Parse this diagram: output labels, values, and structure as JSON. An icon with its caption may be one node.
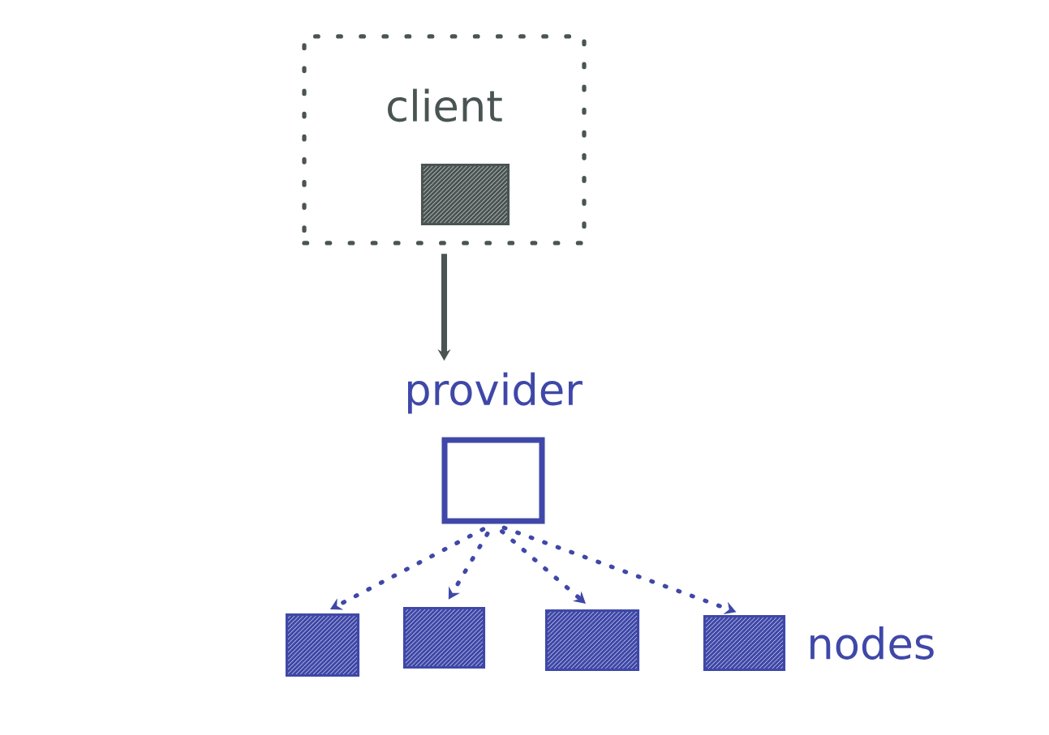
{
  "diagram": {
    "nodes": [
      {
        "text": [
          "client"
        ]
      },
      {
        "text": [],
        "shape": "box",
        "in": 0
      },
      {
        "text": [
          "provider"
        ]
      },
      {
        "text": [],
        "shape": "box"
      },
      {
        "text": [],
        "shape": "box"
      },
      {
        "text": [],
        "shape": "box"
      },
      {
        "text": [],
        "shape": "box",
        "beside": [
          "nodes"
        ]
      }
    ],
    "edges": [
      {
        "from": 0,
        "to": 2,
        "arrow": "to",
        "color": "#4a5553"
      },
      {
        "from": 2,
        "to": 3,
        "arrow": "to",
        "style": "dashed"
      },
      {
        "from": 2,
        "to": 4,
        "arrow": "to",
        "style": "dashed"
      },
      {
        "from": 2,
        "to": 5,
        "arrow": "to",
        "style": "dashed"
      },
      {
        "from": 2,
        "to": 6,
        "arrow": "to",
        "style": "dashed"
      }
    ]
  }
}
